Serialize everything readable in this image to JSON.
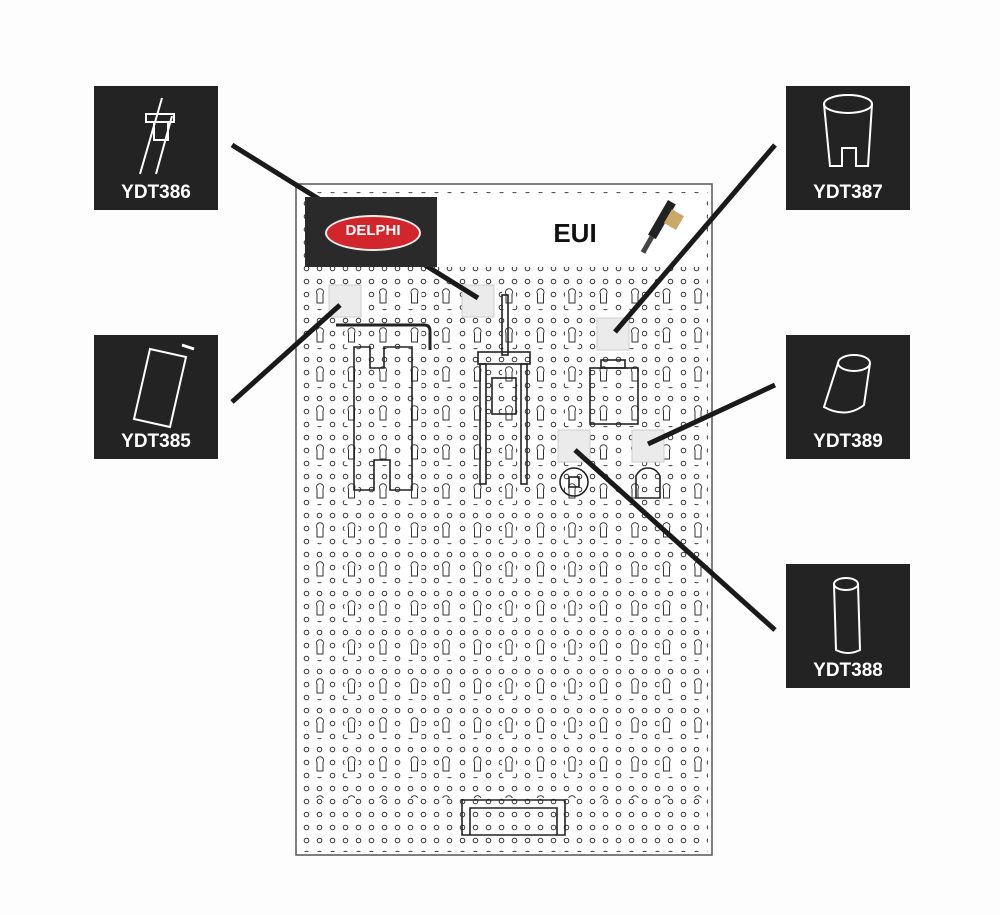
{
  "board": {
    "title": "EUI",
    "brand": "DELPHI"
  },
  "tools": [
    {
      "code": "YDT386"
    },
    {
      "code": "YDT385"
    },
    {
      "code": "YDT387"
    },
    {
      "code": "YDT389"
    },
    {
      "code": "YDT388"
    }
  ],
  "colors": {
    "label_bg": "#232323",
    "brand_red": "#d0262c",
    "placeholder": "#e8e8e8"
  }
}
